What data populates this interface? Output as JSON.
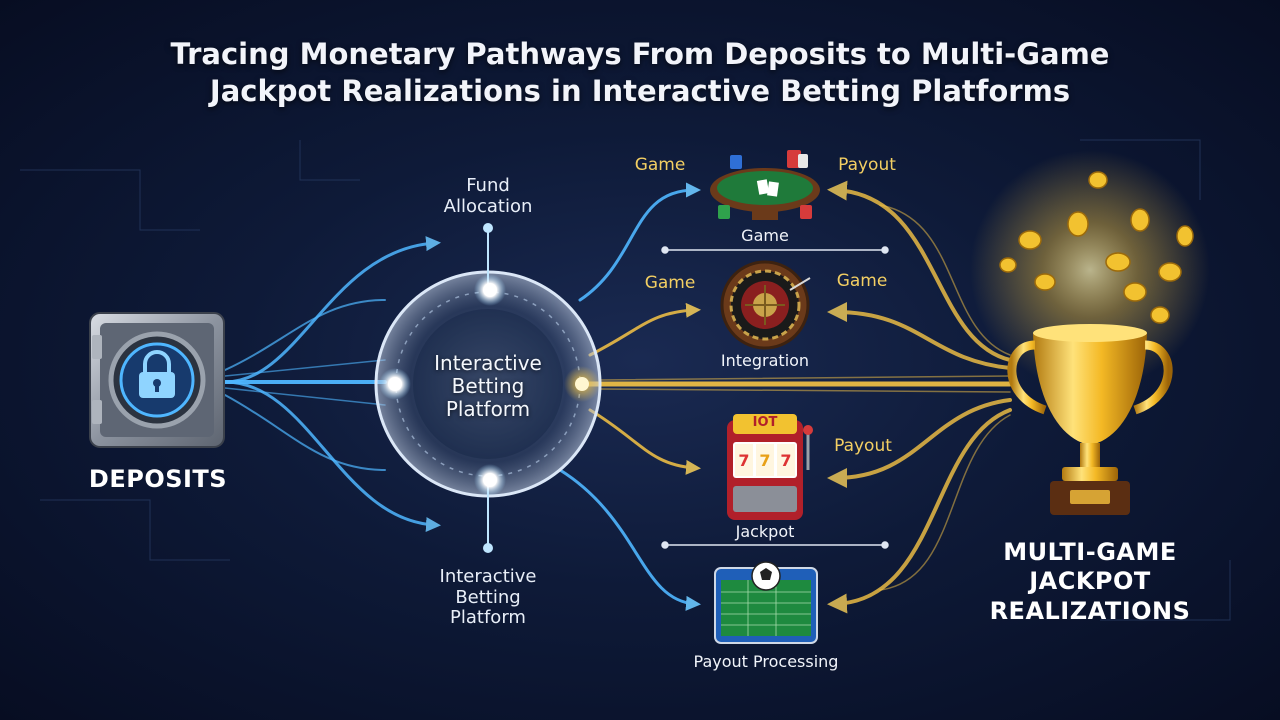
{
  "title": {
    "line1": "Tracing Monetary Pathways From Deposits to Multi-Game",
    "line2": "Jackpot Realizations in Interactive Betting Platforms"
  },
  "deposits": {
    "label": "DEPOSITS",
    "icon": "vault-lock-icon"
  },
  "hub": {
    "label_line1": "Interactive",
    "label_line2": "Betting",
    "label_line3": "Platform"
  },
  "fund_allocation": {
    "line1": "Fund",
    "line2": "Allocation"
  },
  "bottom_platform": {
    "line1": "Interactive",
    "line2": "Betting",
    "line3": "Platform"
  },
  "games": [
    {
      "caption": "Game",
      "left_label": "Game",
      "right_label": "Payout",
      "icon": "poker-table-icon"
    },
    {
      "caption": "Integration",
      "left_label": "Game",
      "right_label": "Game",
      "icon": "roulette-wheel-icon"
    },
    {
      "caption": "Jackpot",
      "left_label": "",
      "right_label": "Payout",
      "icon": "slot-machine-icon",
      "sign": "IOT"
    },
    {
      "caption": "Payout Processing",
      "left_label": "",
      "right_label": "",
      "icon": "sports-betting-board-icon"
    }
  ],
  "jackpot": {
    "line1": "MULTI-GAME",
    "line2": "JACKPOT",
    "line3": "REALIZATIONS",
    "icon": "golden-trophy-icon"
  },
  "colors": {
    "blue_stream": "#4fb6ff",
    "gold_stream": "#f6c445",
    "background": "#0e1a38"
  }
}
